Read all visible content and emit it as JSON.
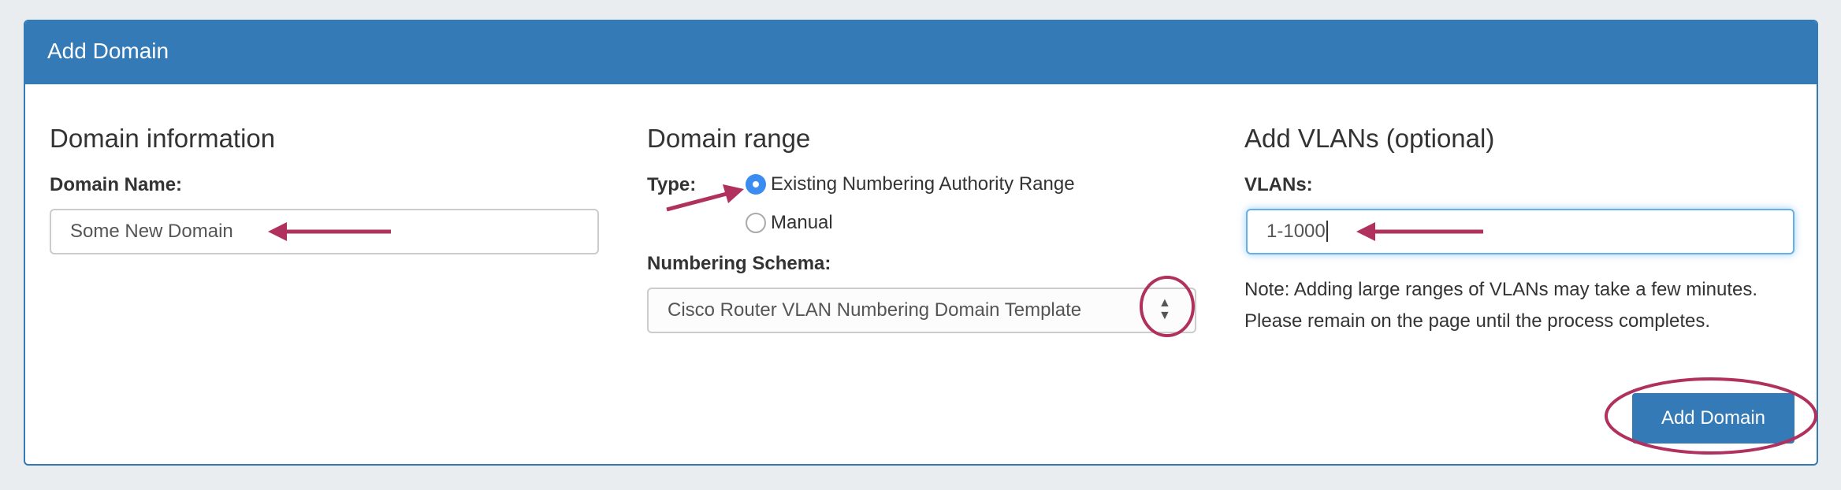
{
  "panel": {
    "title": "Add Domain"
  },
  "domain_info": {
    "heading": "Domain information",
    "name_label": "Domain Name:",
    "name_value": "Some New Domain"
  },
  "domain_range": {
    "heading": "Domain range",
    "type_label": "Type:",
    "type_options": [
      {
        "label": "Existing Numbering Authority Range",
        "selected": true
      },
      {
        "label": "Manual",
        "selected": false
      }
    ],
    "schema_label": "Numbering Schema:",
    "schema_value": "Cisco Router VLAN Numbering Domain Template"
  },
  "vlans": {
    "heading": "Add VLANs (optional)",
    "label": "VLANs:",
    "value": "1-1000",
    "note": "Note: Adding large ranges of VLANs may take a few minutes. Please remain on the page until the process completes."
  },
  "actions": {
    "add_domain": "Add Domain"
  },
  "colors": {
    "primary": "#337ab7",
    "annotation": "#b0305e",
    "radio": "#3b8cf0"
  }
}
